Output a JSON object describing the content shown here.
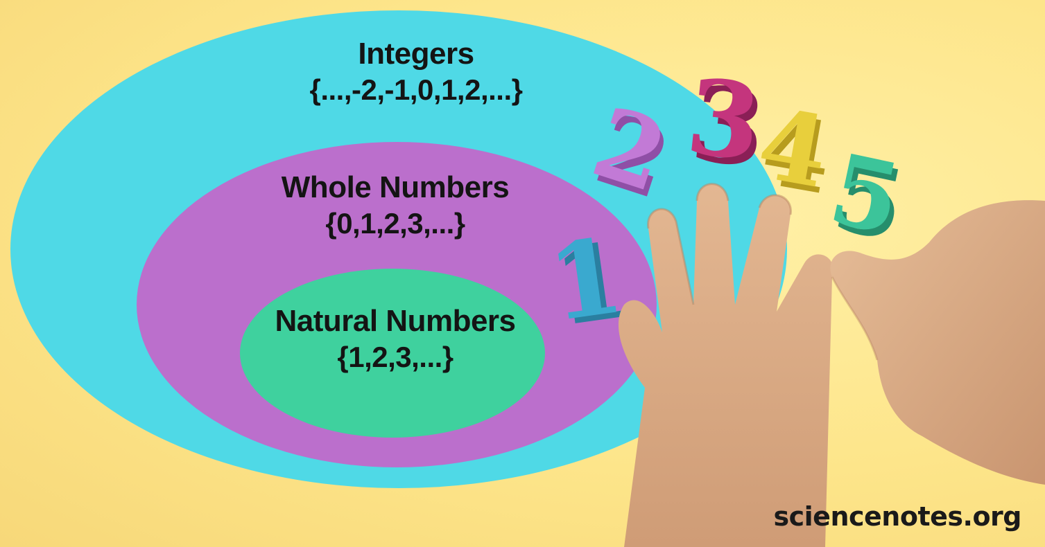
{
  "sets": {
    "integers": {
      "name": "Integers",
      "members": "{...,-2,-1,0,1,2,...}",
      "color": "#4fd9e6"
    },
    "whole": {
      "name": "Whole Numbers",
      "members": "{0,1,2,3,...}",
      "color": "#bb6fcc"
    },
    "natural": {
      "name": "Natural Numbers",
      "members": "{1,2,3,...}",
      "color": "#3fd19e"
    }
  },
  "digits": [
    {
      "text": "1",
      "color": "#3aa9cf"
    },
    {
      "text": "2",
      "color": "#c27ad6"
    },
    {
      "text": "3",
      "color": "#c4357d"
    },
    {
      "text": "4",
      "color": "#e8cf3c"
    },
    {
      "text": "5",
      "color": "#3cc49a"
    }
  ],
  "icons": [
    "hand-icon",
    "hand-icon"
  ],
  "background_color": "#fde58a",
  "watermark": "sciencenotes.org"
}
